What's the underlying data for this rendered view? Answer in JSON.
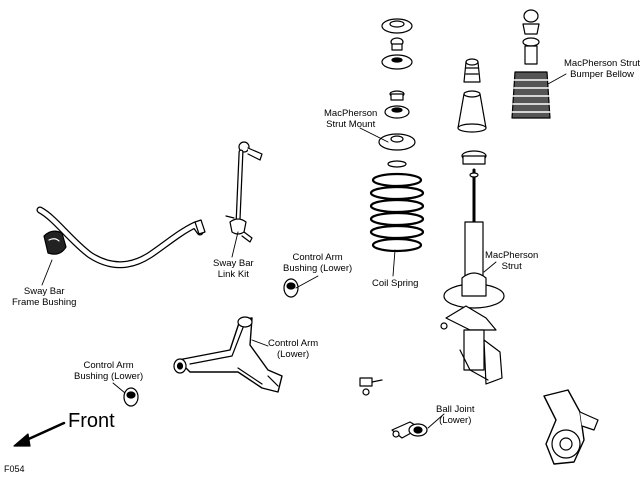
{
  "figure_code": "F054",
  "direction": {
    "label": "Front"
  },
  "labels": {
    "sway_bar_frame_bushing": [
      "Sway Bar",
      "Frame Bushing"
    ],
    "sway_bar_link_kit": [
      "Sway Bar",
      "Link Kit"
    ],
    "control_arm_bushing_lower_upper": [
      "Control Arm",
      "Bushing (Lower)"
    ],
    "coil_spring": [
      "Coil Spring"
    ],
    "macpherson_strut_mount": [
      "MacPherson",
      "Strut Mount"
    ],
    "macpherson_strut_bumper_bellow": [
      "MacPherson Strut",
      "Bumper Bellow"
    ],
    "macpherson_strut": [
      "MacPherson",
      "Strut"
    ],
    "control_arm_lower": [
      "Control Arm",
      "(Lower)"
    ],
    "control_arm_bushing_lower_left": [
      "Control Arm",
      "Bushing (Lower)"
    ],
    "ball_joint_lower": [
      "Ball Joint",
      "(Lower)"
    ]
  },
  "colors": {
    "ink": "#000000",
    "background": "#ffffff",
    "shade": "#bdbdbd"
  }
}
